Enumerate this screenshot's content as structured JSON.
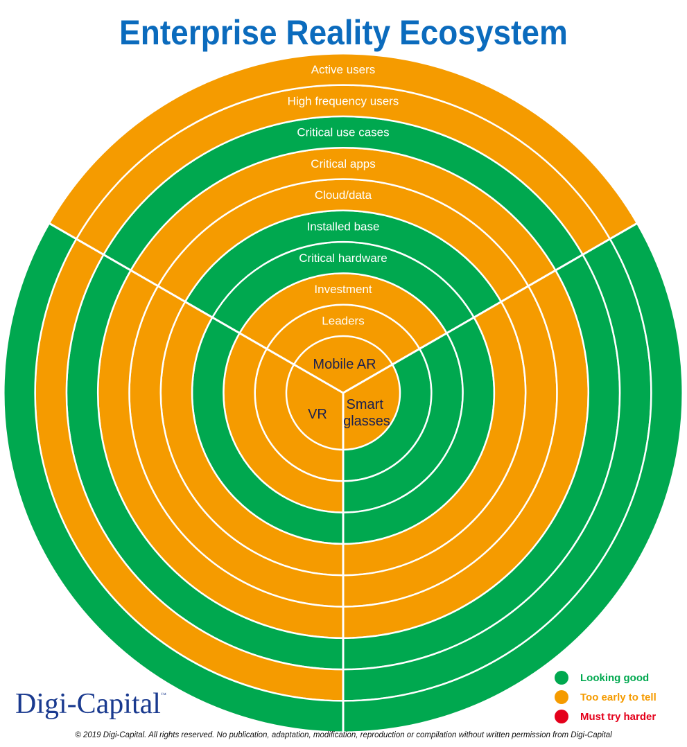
{
  "title": "Enterprise Reality Ecosystem",
  "colors": {
    "good": "#00a84f",
    "early": "#f59b00",
    "harder": "#e4001b",
    "title": "#0b6bbd",
    "separator": "#ffffff"
  },
  "segments": [
    "Mobile AR",
    "Smart glasses",
    "VR"
  ],
  "center_labels": {
    "mobile_ar": "Mobile AR",
    "smart_glasses": "Smart glasses",
    "vr": "VR"
  },
  "rings": [
    {
      "label": "Leaders",
      "status": {
        "mobile_ar": "early",
        "smart_glasses": "good",
        "vr": "early"
      }
    },
    {
      "label": "Investment",
      "status": {
        "mobile_ar": "early",
        "smart_glasses": "good",
        "vr": "early"
      }
    },
    {
      "label": "Critical hardware",
      "status": {
        "mobile_ar": "good",
        "smart_glasses": "good",
        "vr": "good"
      }
    },
    {
      "label": "Installed base",
      "status": {
        "mobile_ar": "good",
        "smart_glasses": "early",
        "vr": "early"
      }
    },
    {
      "label": "Cloud/data",
      "status": {
        "mobile_ar": "early",
        "smart_glasses": "early",
        "vr": "early"
      }
    },
    {
      "label": "Critical apps",
      "status": {
        "mobile_ar": "early",
        "smart_glasses": "early",
        "vr": "early"
      }
    },
    {
      "label": "Critical use cases",
      "status": {
        "mobile_ar": "good",
        "smart_glasses": "good",
        "vr": "good"
      }
    },
    {
      "label": "High frequency users",
      "status": {
        "mobile_ar": "early",
        "smart_glasses": "good",
        "vr": "early"
      }
    },
    {
      "label": "Active users",
      "status": {
        "mobile_ar": "early",
        "smart_glasses": "good",
        "vr": "good"
      }
    }
  ],
  "legend": [
    {
      "key": "good",
      "label": "Looking good"
    },
    {
      "key": "early",
      "label": "Too early to tell"
    },
    {
      "key": "harder",
      "label": "Must try harder"
    }
  ],
  "logo": {
    "text": "Digi-Capital",
    "mark": "™"
  },
  "footer": "© 2019 Digi-Capital. All rights reserved. No publication, adaptation, modification, reproduction or compilation without written permission from Digi-Capital"
}
